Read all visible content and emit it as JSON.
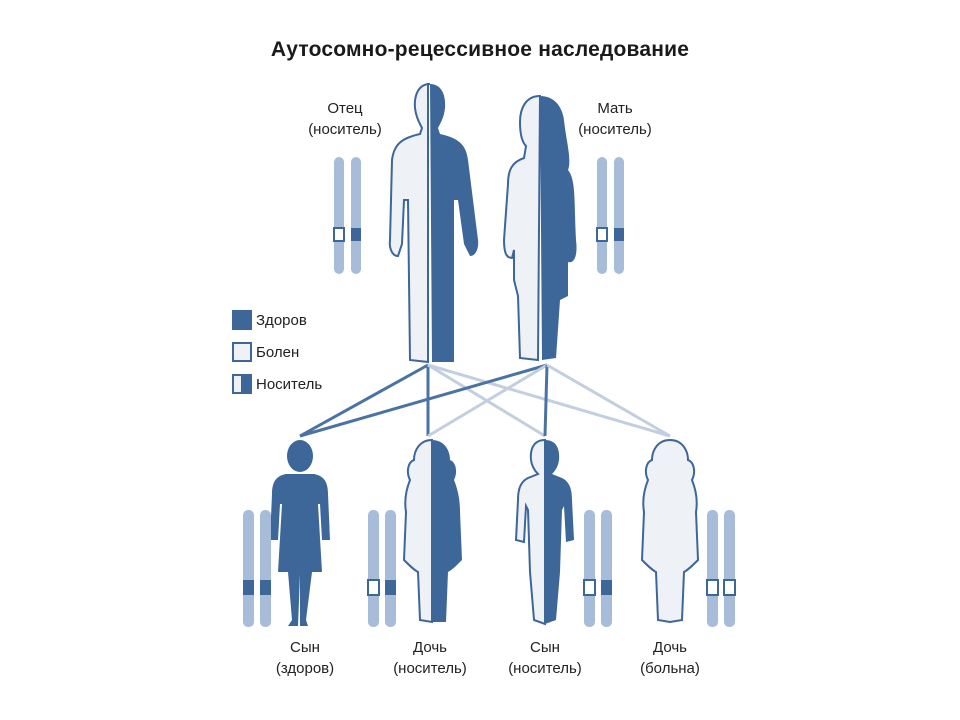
{
  "title": "Аутосомно-рецессивное наследование",
  "colors": {
    "healthy": "#3d6699",
    "sick": "#eef1f6",
    "outline": "#3d6699",
    "chromosome": "#a7bcd8",
    "line_dark": "#4a73a3",
    "line_light": "#c3cfdf"
  },
  "legend": {
    "items": [
      {
        "label": "Здоров",
        "swatch": "healthy"
      },
      {
        "label": "Болен",
        "swatch": "sick"
      },
      {
        "label": "Носитель",
        "swatch": "carrier"
      }
    ]
  },
  "parents": [
    {
      "name": "Отец",
      "status": "(носитель)",
      "alleles": [
        "recessive",
        "dominant"
      ]
    },
    {
      "name": "Мать",
      "status": "(носитель)",
      "alleles": [
        "recessive",
        "dominant"
      ]
    }
  ],
  "children": [
    {
      "name": "Сын",
      "status": "(здоров)",
      "alleles": [
        "dominant",
        "dominant"
      ]
    },
    {
      "name": "Дочь",
      "status": "(носитель)",
      "alleles": [
        "recessive",
        "dominant"
      ]
    },
    {
      "name": "Сын",
      "status": "(носитель)",
      "alleles": [
        "recessive",
        "dominant"
      ]
    },
    {
      "name": "Дочь",
      "status": "(больна)",
      "alleles": [
        "recessive",
        "recessive"
      ]
    }
  ]
}
